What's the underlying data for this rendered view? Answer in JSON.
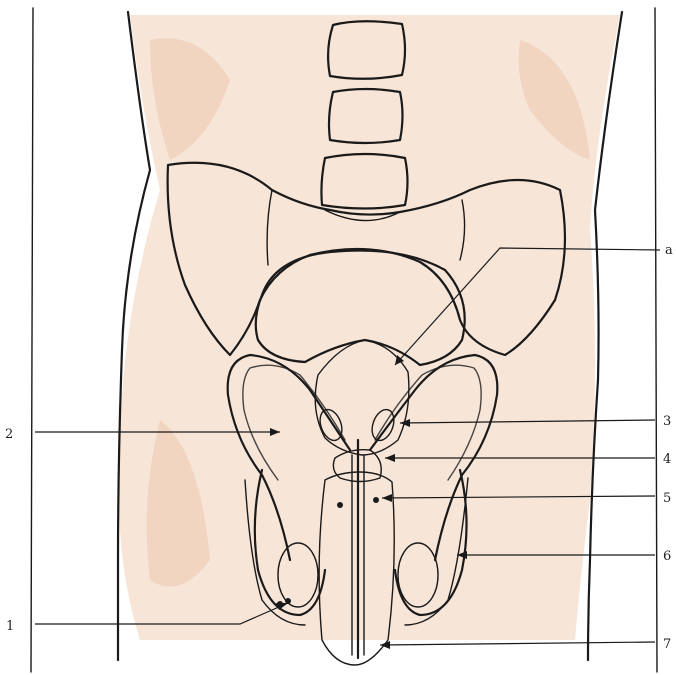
{
  "figure": {
    "colors": {
      "bone": "#f2e81a",
      "skin": "#f4dccb",
      "skin_dark": "#e9c2a7",
      "bladder": "#c9c7cc",
      "tube": "#d98ea8",
      "testis": "#e2879f",
      "gland": "#e99a7a",
      "seminal_vesicle": "#d24a2a",
      "penis": "#e7a9b4",
      "ink": "#1a1a1a"
    },
    "labels": [
      {
        "id": "a",
        "text": "a"
      },
      {
        "id": "2",
        "text": "2"
      },
      {
        "id": "3",
        "text": "3"
      },
      {
        "id": "4",
        "text": "4"
      },
      {
        "id": "5",
        "text": "5"
      },
      {
        "id": "6",
        "text": "6"
      },
      {
        "id": "1",
        "text": "1"
      },
      {
        "id": "7",
        "text": "7"
      }
    ]
  }
}
